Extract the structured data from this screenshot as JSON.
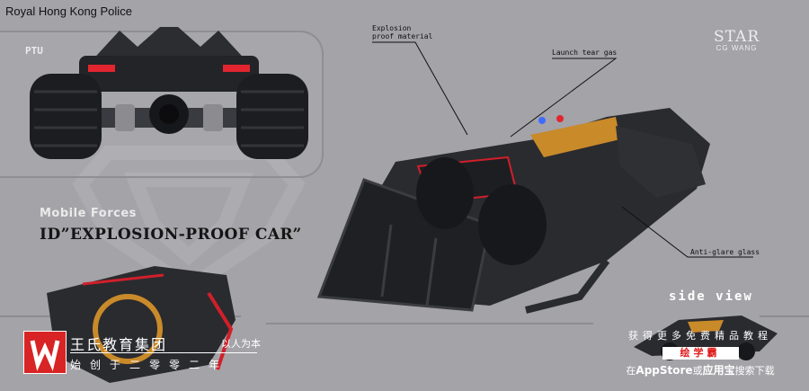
{
  "header": {
    "title": "Royal Hong Kong Police"
  },
  "front_view": {
    "label": "PTU"
  },
  "brand": {
    "name": "STAR",
    "subtitle": "CG WANG"
  },
  "callouts": {
    "explosion": {
      "line1": "Explosion",
      "line2": "proof material"
    },
    "tear_gas": "Launch tear gas",
    "glass": "Anti-glare glass"
  },
  "titles": {
    "category": "Mobile Forces",
    "vehicle": "ID”EXPLOSION-PROOF CAR”"
  },
  "side_view": {
    "label": "side view"
  },
  "watermark": {
    "org_name": "王氏教育集团",
    "motto": "以人为本",
    "founded": "始创于二零零二年"
  },
  "promo": {
    "line1": "获得更多免费精品教程",
    "badge": "绘学霸",
    "line3_prefix": "在",
    "line3_store": "AppStore",
    "line3_mid": "或",
    "line3_store2": "应用宝",
    "line3_suffix": "搜索下载"
  },
  "colors": {
    "background": "#a3a3a8",
    "vehicle_body": "#2a2b2f",
    "accent_red": "#d11f2a",
    "accent_orange": "#c98a2a",
    "siren_blue": "#3f6cff",
    "logo_red": "#d82424"
  }
}
